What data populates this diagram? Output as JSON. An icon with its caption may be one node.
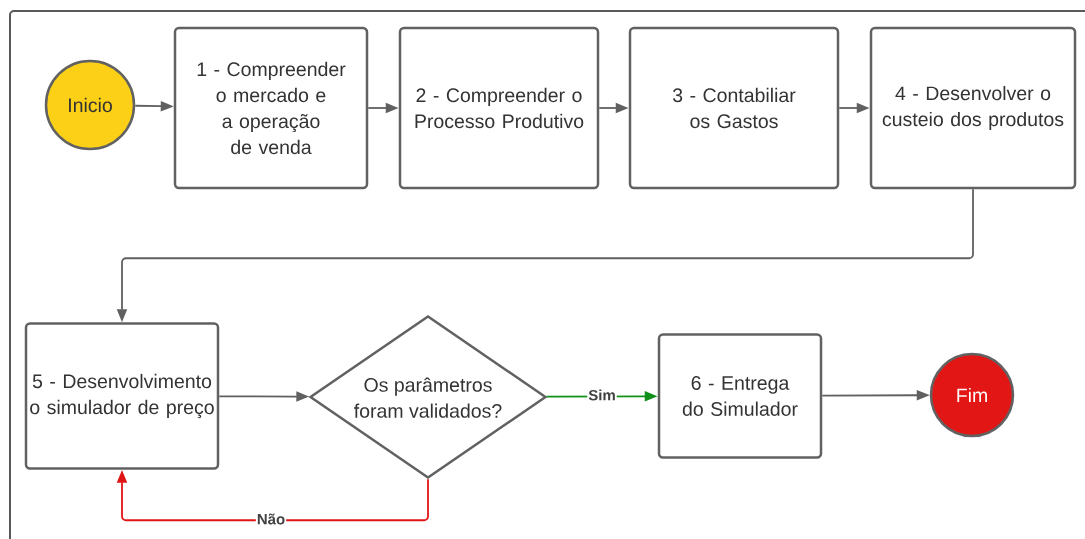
{
  "diagram": {
    "nodes": [
      {
        "text": [
          "Inicio"
        ]
      },
      {
        "text": [
          "1 - Compreender o mercado e a operação de venda"
        ]
      },
      {
        "text": [
          "2 - Compreender o Processo Produtivo"
        ]
      },
      {
        "text": [
          "3 - Contabiliar os Gastos"
        ]
      },
      {
        "text": [
          "4 - Desenvolver o custeio dos produtos"
        ]
      },
      {
        "text": [
          "5 - Desenvolvimento o simulador de preço"
        ]
      },
      {
        "text": [
          "Os parâmetros foram validados?"
        ]
      },
      {
        "text": [
          "6 - Entrega do Simulador"
        ]
      },
      {
        "text": [
          "Fim"
        ]
      }
    ],
    "edges": [
      {
        "from": 0,
        "to": 1,
        "arrow": "to"
      },
      {
        "from": 1,
        "to": 2,
        "arrow": "to"
      },
      {
        "from": 2,
        "to": 3,
        "arrow": "to"
      },
      {
        "from": 3,
        "to": 4,
        "arrow": "to"
      },
      {
        "from": 4,
        "to": 5,
        "arrow": "to"
      },
      {
        "from": 5,
        "to": 6,
        "arrow": "to"
      },
      {
        "from": 6,
        "to": 7,
        "arrow": "to",
        "label": "Sim",
        "color": "#11901a"
      },
      {
        "from": 7,
        "to": 8,
        "arrow": "to"
      },
      {
        "from": 6,
        "to": 5,
        "arrow": "to",
        "label": "Não",
        "color": "#e01414"
      }
    ]
  }
}
